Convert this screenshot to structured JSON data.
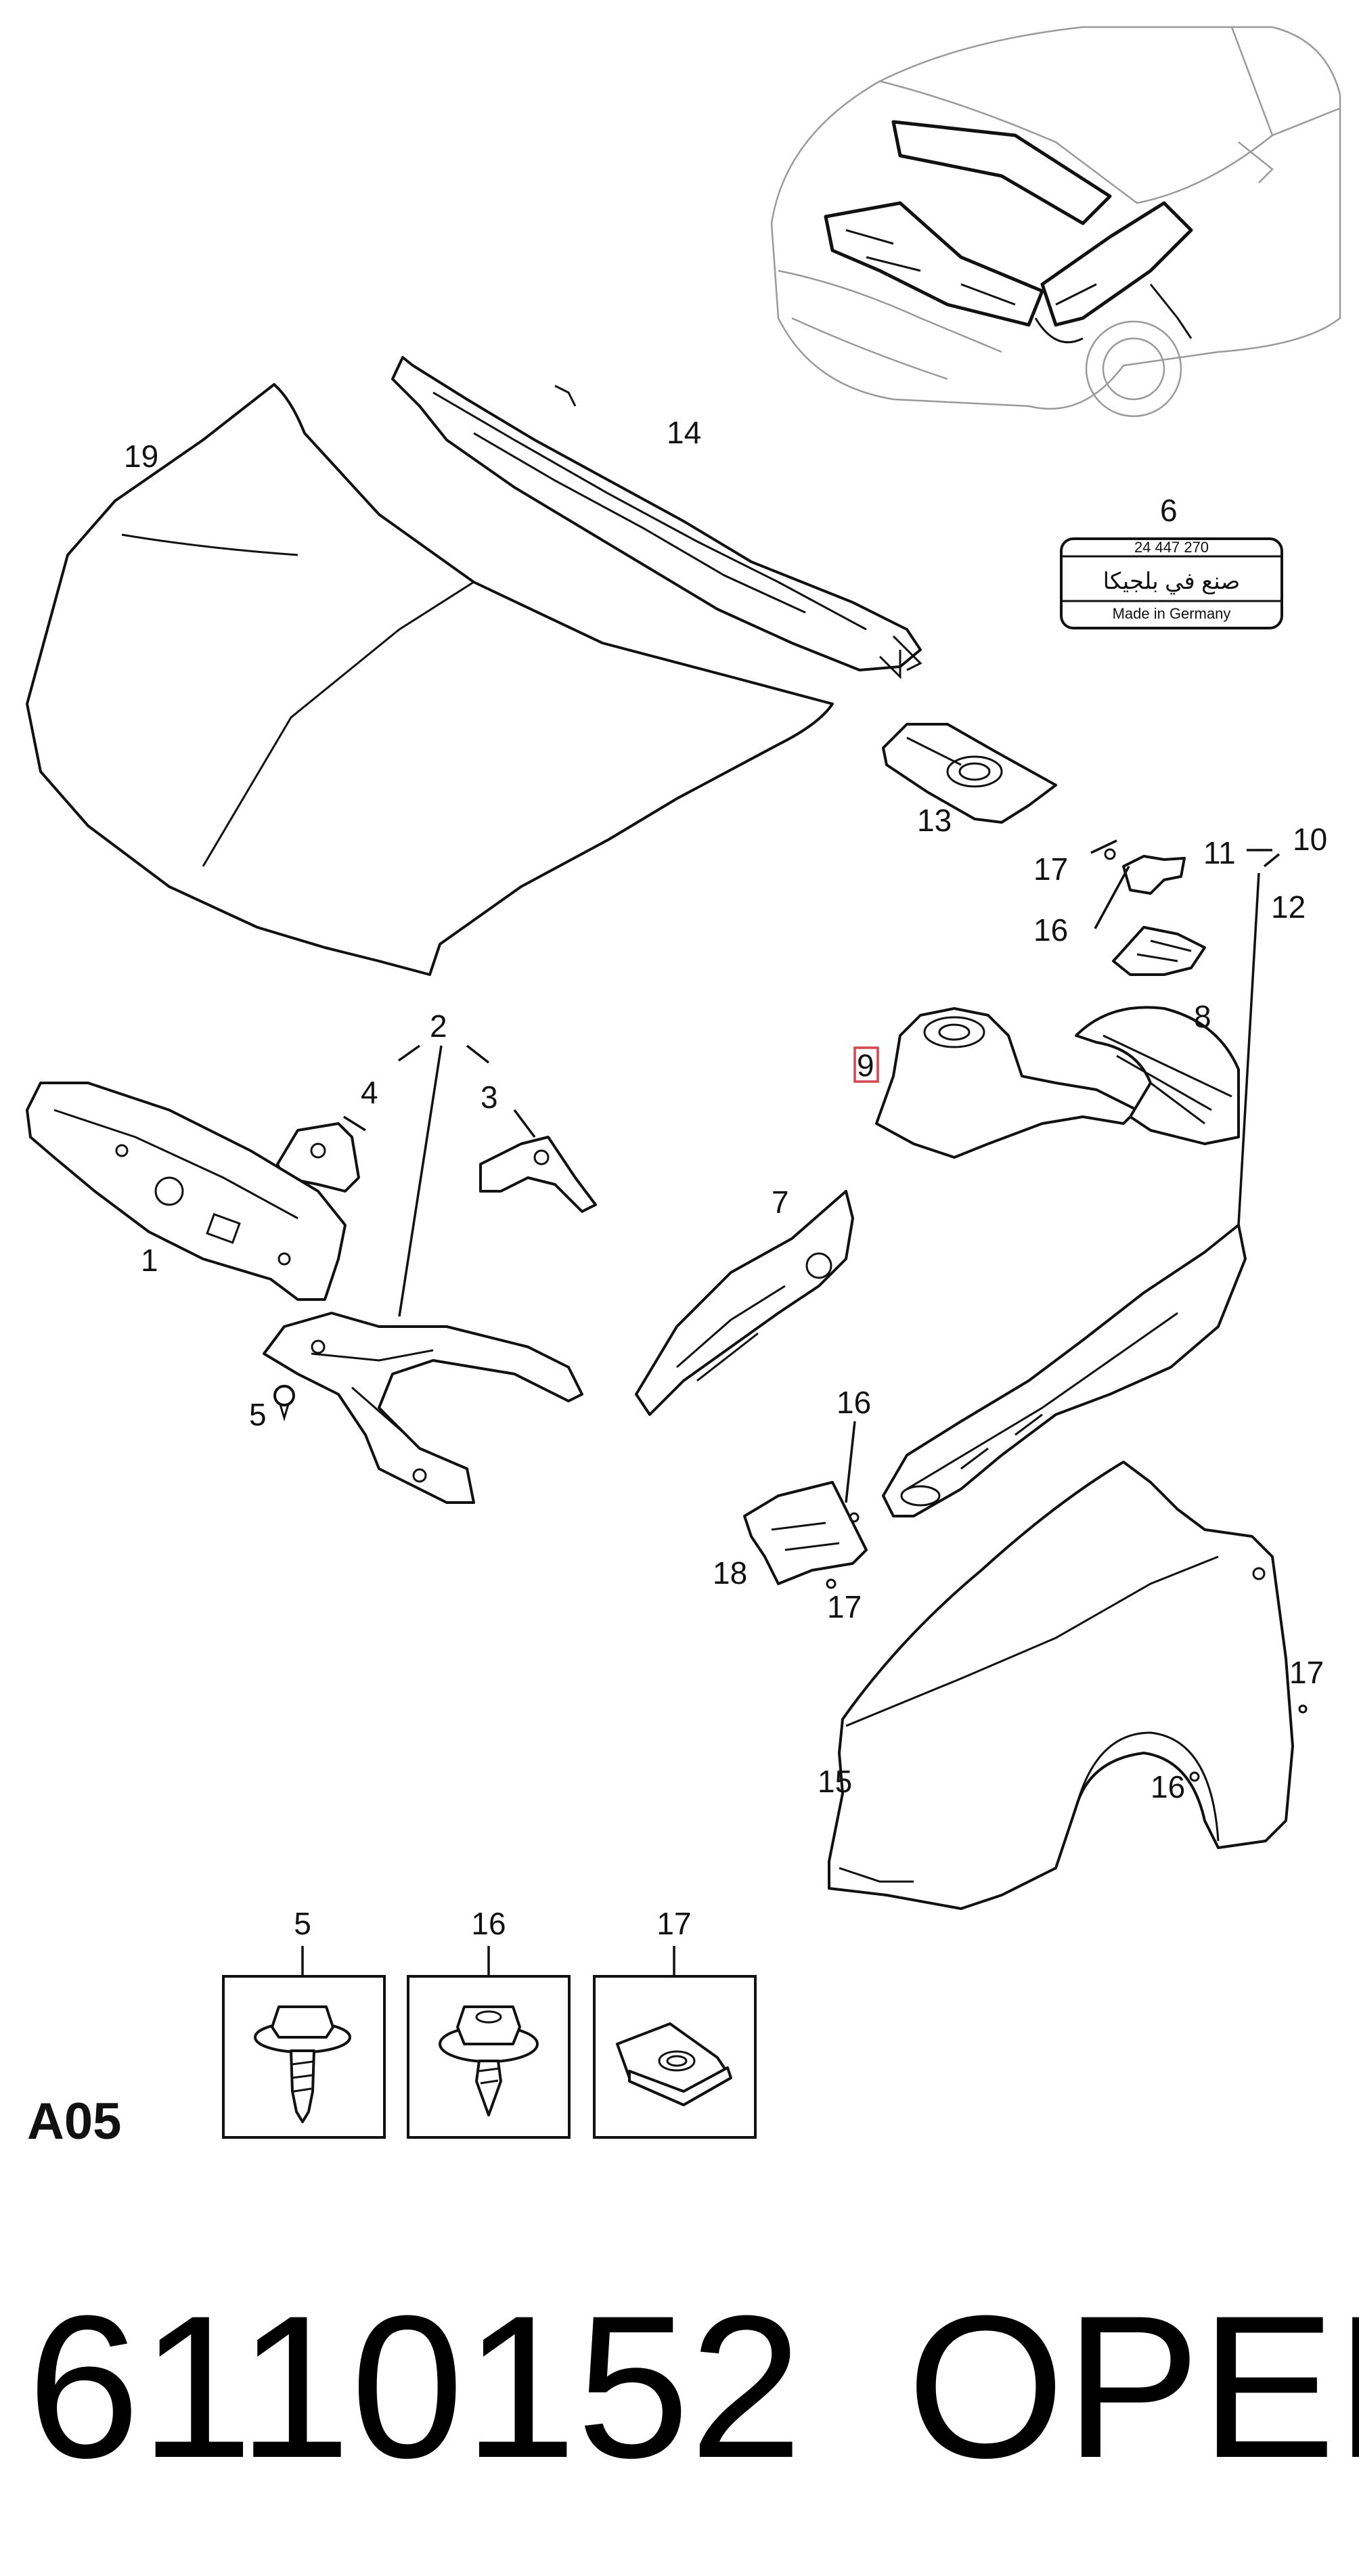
{
  "diagram": {
    "section_code": "A05",
    "part_number": "6110152",
    "brand": "OPEL",
    "callouts": {
      "c19": "19",
      "c14": "14",
      "c6": "6",
      "c13": "13",
      "c17a": "17",
      "c11": "11",
      "c10": "10",
      "c16a": "16",
      "c12": "12",
      "c8": "8",
      "c9": "9",
      "c2": "2",
      "c4": "4",
      "c3": "3",
      "c1": "1",
      "c7": "7",
      "c5": "5",
      "c16b": "16",
      "c18": "18",
      "c17b": "17",
      "c15": "15",
      "c17c": "17",
      "c16c": "16"
    },
    "label_plate": {
      "number": "24 447 270",
      "arabic_text": "صنع في بلجيكا",
      "origin_text": "Made in Germany"
    },
    "fastener_boxes": [
      {
        "number": "5",
        "icon": "hex-flange-bolt-icon"
      },
      {
        "number": "16",
        "icon": "hex-nut-tapping-screw-icon"
      },
      {
        "number": "17",
        "icon": "speed-nut-clip-icon"
      }
    ]
  }
}
